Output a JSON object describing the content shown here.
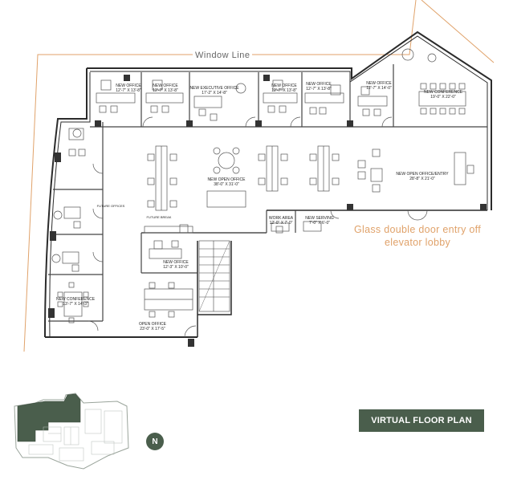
{
  "annotations": {
    "window_line": "Window Line",
    "entry_note": "Glass double door entry off elevator lobby"
  },
  "rooms": {
    "office_1": {
      "label": "NEW OFFICE",
      "dim": "12'-7\" X 13'-8\""
    },
    "office_2": {
      "label": "NEW OFFICE",
      "dim": "12'-7\" X 13'-8\""
    },
    "executive": {
      "label": "NEW EXECUTIVE OFFICE",
      "dim": "17'-2\" X 14'-8\""
    },
    "office_3": {
      "label": "NEW OFFICE",
      "dim": "12'-7\" X 13'-8\""
    },
    "office_4": {
      "label": "NEW OFFICE",
      "dim": "12'-7\" X 13'-8\""
    },
    "office_5": {
      "label": "NEW OFFICE",
      "dim": "12'-7\" X 14'-0\""
    },
    "conference": {
      "label": "NEW CONFERENCE",
      "dim": "19'-0\" X 22'-0\""
    },
    "open_office": {
      "label": "NEW OPEN OFFICE",
      "dim": "38'-0\" X 31'-0\""
    },
    "open_entry": {
      "label": "NEW OPEN OFFICE/ENTRY",
      "dim": "28'-8\" X 21'-0\""
    },
    "work_area": {
      "label": "WORK AREA",
      "dim": "12'-0\" X 7'-0\""
    },
    "serving": {
      "label": "NEW SERVING",
      "dim": "7'-0\" X 6'-0\""
    },
    "future_offices": {
      "label": "FUTURE OFFICES",
      "dim": ""
    },
    "future_break": {
      "label": "FUTURE BREAK",
      "dim": ""
    },
    "office_lower": {
      "label": "NEW OFFICE",
      "dim": "12'-3\" X 10'-0\""
    },
    "conference_lower": {
      "label": "NEW CONFERENCE",
      "dim": "13'-7\" X 14'-3\""
    },
    "open_office_lower": {
      "label": "OPEN OFFICE",
      "dim": "23'-0\" X 17'-5\""
    }
  },
  "footer": {
    "north": "N",
    "virtual_floor_plan": "VIRTUAL FLOOR PLAN"
  },
  "colors": {
    "brand_green": "#4a5e4c",
    "accent_orange": "#e0a26a",
    "wall": "#2b2b2b",
    "keyplan_highlight": "#4a5e4c"
  }
}
